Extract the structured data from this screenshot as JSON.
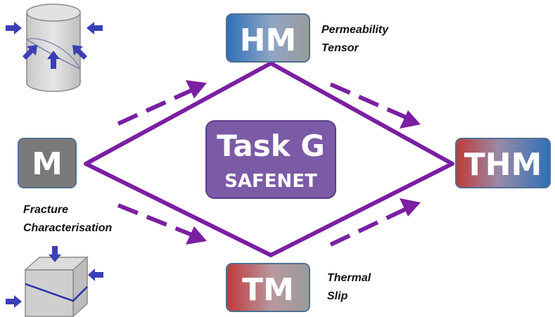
{
  "center": {
    "title": "Task G",
    "subtitle": "SAFENET"
  },
  "nodes": {
    "m": {
      "label": "M"
    },
    "hm": {
      "label": "HM"
    },
    "tm": {
      "label": "TM"
    },
    "thm": {
      "label": "THM"
    }
  },
  "annotations": {
    "hm": [
      "Permeability",
      "Tensor"
    ],
    "m": [
      "Fracture",
      "Characterisation"
    ],
    "tm": [
      "Thermal",
      "Slip"
    ]
  },
  "colors": {
    "diamond": "#7a1fa2",
    "center_fill": "#7b5aa6",
    "node_gray": "#7a7a7a",
    "hm_blue": "#2f6fb8",
    "tm_red": "#c0393b",
    "arrow_blue": "#3a3fb5"
  }
}
